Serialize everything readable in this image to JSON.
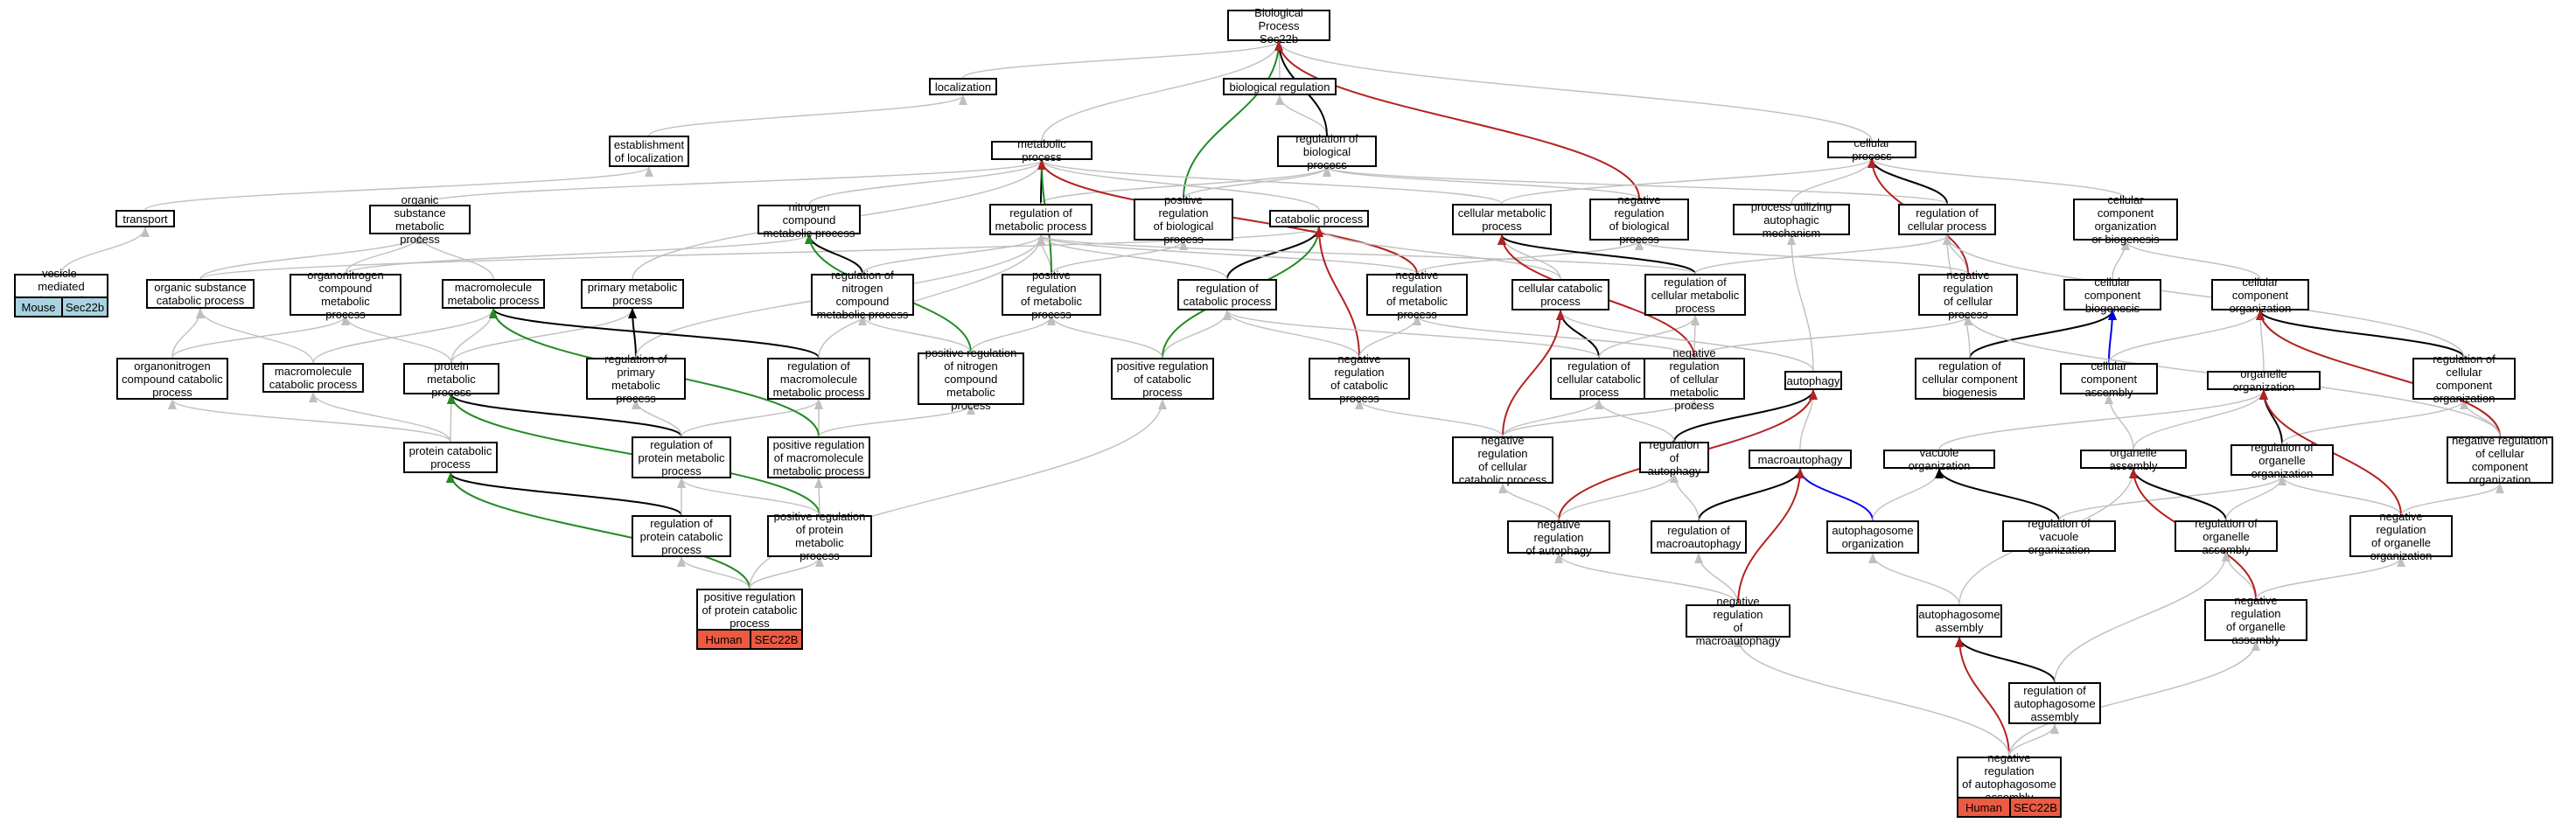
{
  "colors": {
    "background": "#ffffff",
    "gray": "#bfbfbf",
    "black": "#000000",
    "green": "#228b22",
    "red": "#b22222",
    "blue": "#0000ee",
    "human": "#ec5a41",
    "mouse": "#a9d3e0"
  },
  "nodes": [
    {
      "id": "bp",
      "label": "Biological Process\nSec22b"
    },
    {
      "id": "localization",
      "label": "localization"
    },
    {
      "id": "bioreg",
      "label": "biological regulation"
    },
    {
      "id": "est_loc",
      "label": "establishment\nof localization"
    },
    {
      "id": "metabolic",
      "label": "metabolic process"
    },
    {
      "id": "reg_bio",
      "label": "regulation of\nbiological process"
    },
    {
      "id": "cellular",
      "label": "cellular process"
    },
    {
      "id": "transport",
      "label": "transport"
    },
    {
      "id": "org_sub_met",
      "label": "organic substance\nmetabolic process"
    },
    {
      "id": "nitro_met",
      "label": "nitrogen compound\nmetabolic process"
    },
    {
      "id": "reg_met",
      "label": "regulation of\nmetabolic process"
    },
    {
      "id": "pos_reg_bio",
      "label": "positive regulation\nof biological\nprocess"
    },
    {
      "id": "catabolic",
      "label": "catabolic process"
    },
    {
      "id": "cell_met",
      "label": "cellular metabolic\nprocess"
    },
    {
      "id": "neg_reg_bio",
      "label": "negative regulation\nof biological\nprocess"
    },
    {
      "id": "proc_auto",
      "label": "process utilizing\nautophagic mechanism"
    },
    {
      "id": "reg_cell",
      "label": "regulation of\ncellular process"
    },
    {
      "id": "cc_org_bio",
      "label": "cellular component\norganization\nor biogenesis"
    },
    {
      "id": "vesicle",
      "label": "vesicle-mediated\ntransport"
    },
    {
      "id": "org_sub_cat",
      "label": "organic substance\ncatabolic process"
    },
    {
      "id": "organonitro_met",
      "label": "organonitrogen\ncompound metabolic\nprocess"
    },
    {
      "id": "macro_met",
      "label": "macromolecule\nmetabolic process"
    },
    {
      "id": "primary_met",
      "label": "primary metabolic\nprocess"
    },
    {
      "id": "reg_nitro",
      "label": "regulation of\nnitrogen compound\nmetabolic process"
    },
    {
      "id": "pos_reg_met",
      "label": "positive regulation\nof metabolic\nprocess"
    },
    {
      "id": "reg_cat",
      "label": "regulation of\ncatabolic process"
    },
    {
      "id": "neg_reg_met",
      "label": "negative regulation\nof metabolic\nprocess"
    },
    {
      "id": "cell_cat",
      "label": "cellular catabolic\nprocess"
    },
    {
      "id": "reg_cell_met",
      "label": "regulation of\ncellular metabolic\nprocess"
    },
    {
      "id": "neg_reg_cell",
      "label": "negative regulation\nof cellular\nprocess"
    },
    {
      "id": "cc_biogen",
      "label": "cellular component\nbiogenesis"
    },
    {
      "id": "cc_org",
      "label": "cellular component\norganization"
    },
    {
      "id": "organonitro_cat",
      "label": "organonitrogen\ncompound catabolic\nprocess"
    },
    {
      "id": "macro_cat",
      "label": "macromolecule\ncatabolic process"
    },
    {
      "id": "protein_met",
      "label": "protein metabolic\nprocess"
    },
    {
      "id": "reg_primary",
      "label": "regulation of\nprimary metabolic\nprocess"
    },
    {
      "id": "reg_macro",
      "label": "regulation of\nmacromolecule\nmetabolic process"
    },
    {
      "id": "pos_reg_nitro",
      "label": "positive regulation\nof nitrogen\ncompound metabolic\nprocess"
    },
    {
      "id": "pos_reg_cat",
      "label": "positive regulation\nof catabolic\nprocess"
    },
    {
      "id": "neg_reg_cat",
      "label": "negative regulation\nof catabolic\nprocess"
    },
    {
      "id": "reg_cell_cat",
      "label": "regulation of\ncellular catabolic\nprocess"
    },
    {
      "id": "neg_reg_cell_met",
      "label": "negative regulation\nof cellular\nmetabolic process"
    },
    {
      "id": "autophagy",
      "label": "autophagy"
    },
    {
      "id": "reg_cc_biogen",
      "label": "regulation of\ncellular component\nbiogenesis"
    },
    {
      "id": "cc_assembly",
      "label": "cellular component\nassembly"
    },
    {
      "id": "organelle_org",
      "label": "organelle organization"
    },
    {
      "id": "reg_cc_org",
      "label": "regulation of\ncellular component\norganization"
    },
    {
      "id": "protein_cat",
      "label": "protein catabolic\nprocess"
    },
    {
      "id": "reg_protein_met",
      "label": "regulation of\nprotein metabolic\nprocess"
    },
    {
      "id": "pos_reg_macro",
      "label": "positive regulation\nof macromolecule\nmetabolic process"
    },
    {
      "id": "neg_reg_cell_cat",
      "label": "negative regulation\nof cellular\ncatabolic process"
    },
    {
      "id": "reg_autophagy",
      "label": "regulation of\nautophagy"
    },
    {
      "id": "macroautophagy",
      "label": "macroautophagy"
    },
    {
      "id": "vacuole_org",
      "label": "vacuole organization"
    },
    {
      "id": "organelle_asm",
      "label": "organelle assembly"
    },
    {
      "id": "reg_organelle_org",
      "label": "regulation of\norganelle organization"
    },
    {
      "id": "neg_reg_cc_org",
      "label": "negative regulation\nof cellular\ncomponent organization"
    },
    {
      "id": "reg_protein_cat",
      "label": "regulation of\nprotein catabolic\nprocess"
    },
    {
      "id": "pos_reg_protein_met",
      "label": "positive regulation\nof protein metabolic\nprocess"
    },
    {
      "id": "neg_reg_autophagy",
      "label": "negative regulation\nof autophagy"
    },
    {
      "id": "reg_macroauto",
      "label": "regulation of\nmacroautophagy"
    },
    {
      "id": "autophagosome_org",
      "label": "autophagosome\norganization"
    },
    {
      "id": "reg_vacuole_org",
      "label": "regulation of\nvacuole organization"
    },
    {
      "id": "reg_organelle_asm",
      "label": "regulation of\norganelle assembly"
    },
    {
      "id": "neg_reg_organelle_org",
      "label": "negative regulation\nof organelle\norganization"
    },
    {
      "id": "pos_reg_protein_cat",
      "label": "positive regulation\nof protein catabolic\nprocess"
    },
    {
      "id": "neg_reg_macroauto",
      "label": "negative regulation\nof macroautophagy"
    },
    {
      "id": "autophagosome_asm",
      "label": "autophagosome\nassembly"
    },
    {
      "id": "neg_reg_organelle_asm",
      "label": "negative regulation\nof organelle\nassembly"
    },
    {
      "id": "reg_autophagosome_asm",
      "label": "regulation of\nautophagosome\nassembly"
    },
    {
      "id": "neg_reg_autophagosome_asm",
      "label": "negative regulation\nof autophagosome\nassembly"
    }
  ],
  "species_tags": [
    {
      "node": "vesicle",
      "species": "Mouse",
      "gene": "Sec22b",
      "color": "#a9d3e0"
    },
    {
      "node": "pos_reg_protein_cat",
      "species": "Human",
      "gene": "SEC22B",
      "color": "#ec5a41"
    },
    {
      "node": "neg_reg_autophagosome_asm",
      "species": "Human",
      "gene": "SEC22B",
      "color": "#ec5a41"
    }
  ],
  "edges": [
    [
      "localization",
      "bp",
      "gray"
    ],
    [
      "bioreg",
      "bp",
      "gray"
    ],
    [
      "est_loc",
      "localization",
      "gray"
    ],
    [
      "metabolic",
      "bp",
      "gray"
    ],
    [
      "reg_bio",
      "bioreg",
      "gray"
    ],
    [
      "reg_bio",
      "bp",
      "black"
    ],
    [
      "cellular",
      "bp",
      "gray"
    ],
    [
      "transport",
      "est_loc",
      "gray"
    ],
    [
      "vesicle",
      "transport",
      "gray"
    ],
    [
      "org_sub_met",
      "metabolic",
      "gray"
    ],
    [
      "nitro_met",
      "metabolic",
      "gray"
    ],
    [
      "reg_met",
      "metabolic",
      "black"
    ],
    [
      "reg_met",
      "reg_bio",
      "gray"
    ],
    [
      "pos_reg_bio",
      "reg_bio",
      "gray"
    ],
    [
      "pos_reg_bio",
      "bp",
      "green"
    ],
    [
      "catabolic",
      "metabolic",
      "gray"
    ],
    [
      "cell_met",
      "metabolic",
      "gray"
    ],
    [
      "cell_met",
      "cellular",
      "gray"
    ],
    [
      "neg_reg_bio",
      "reg_bio",
      "gray"
    ],
    [
      "neg_reg_bio",
      "bp",
      "red"
    ],
    [
      "proc_auto",
      "cellular",
      "gray"
    ],
    [
      "reg_cell",
      "cellular",
      "black"
    ],
    [
      "reg_cell",
      "reg_bio",
      "gray"
    ],
    [
      "cc_org_bio",
      "cellular",
      "gray"
    ],
    [
      "org_sub_cat",
      "org_sub_met",
      "gray"
    ],
    [
      "org_sub_cat",
      "catabolic",
      "gray"
    ],
    [
      "organonitro_met",
      "org_sub_met",
      "gray"
    ],
    [
      "organonitro_met",
      "nitro_met",
      "gray"
    ],
    [
      "macro_met",
      "org_sub_met",
      "gray"
    ],
    [
      "primary_met",
      "metabolic",
      "gray"
    ],
    [
      "reg_nitro",
      "nitro_met",
      "black"
    ],
    [
      "reg_nitro",
      "reg_met",
      "gray"
    ],
    [
      "pos_reg_met",
      "reg_met",
      "gray"
    ],
    [
      "pos_reg_met",
      "metabolic",
      "green"
    ],
    [
      "pos_reg_met",
      "pos_reg_bio",
      "gray"
    ],
    [
      "reg_cat",
      "catabolic",
      "black"
    ],
    [
      "reg_cat",
      "reg_met",
      "gray"
    ],
    [
      "neg_reg_met",
      "reg_met",
      "gray"
    ],
    [
      "neg_reg_met",
      "metabolic",
      "red"
    ],
    [
      "neg_reg_met",
      "neg_reg_bio",
      "gray"
    ],
    [
      "cell_cat",
      "cell_met",
      "gray"
    ],
    [
      "cell_cat",
      "catabolic",
      "gray"
    ],
    [
      "reg_cell_met",
      "cell_met",
      "black"
    ],
    [
      "reg_cell_met",
      "reg_cell",
      "gray"
    ],
    [
      "reg_cell_met",
      "reg_met",
      "gray"
    ],
    [
      "neg_reg_cell",
      "reg_cell",
      "gray"
    ],
    [
      "neg_reg_cell",
      "cellular",
      "red"
    ],
    [
      "neg_reg_cell",
      "neg_reg_bio",
      "gray"
    ],
    [
      "cc_biogen",
      "cc_org_bio",
      "gray"
    ],
    [
      "cc_org",
      "cc_org_bio",
      "gray"
    ],
    [
      "organonitro_cat",
      "organonitro_met",
      "gray"
    ],
    [
      "organonitro_cat",
      "org_sub_cat",
      "gray"
    ],
    [
      "macro_cat",
      "macro_met",
      "gray"
    ],
    [
      "macro_cat",
      "org_sub_cat",
      "gray"
    ],
    [
      "protein_met",
      "macro_met",
      "gray"
    ],
    [
      "protein_met",
      "organonitro_met",
      "gray"
    ],
    [
      "protein_met",
      "primary_met",
      "gray"
    ],
    [
      "reg_primary",
      "primary_met",
      "black"
    ],
    [
      "reg_primary",
      "reg_met",
      "gray"
    ],
    [
      "reg_macro",
      "macro_met",
      "black"
    ],
    [
      "reg_macro",
      "reg_met",
      "gray"
    ],
    [
      "pos_reg_nitro",
      "reg_nitro",
      "gray"
    ],
    [
      "pos_reg_nitro",
      "nitro_met",
      "green"
    ],
    [
      "pos_reg_nitro",
      "pos_reg_met",
      "gray"
    ],
    [
      "pos_reg_cat",
      "reg_cat",
      "gray"
    ],
    [
      "pos_reg_cat",
      "catabolic",
      "green"
    ],
    [
      "pos_reg_cat",
      "pos_reg_met",
      "gray"
    ],
    [
      "neg_reg_cat",
      "reg_cat",
      "gray"
    ],
    [
      "neg_reg_cat",
      "catabolic",
      "red"
    ],
    [
      "neg_reg_cat",
      "neg_reg_met",
      "gray"
    ],
    [
      "reg_cell_cat",
      "cell_cat",
      "black"
    ],
    [
      "reg_cell_cat",
      "reg_cat",
      "gray"
    ],
    [
      "reg_cell_cat",
      "reg_cell_met",
      "gray"
    ],
    [
      "neg_reg_cell_met",
      "reg_cell_met",
      "gray"
    ],
    [
      "neg_reg_cell_met",
      "cell_met",
      "red"
    ],
    [
      "neg_reg_cell_met",
      "neg_reg_met",
      "gray"
    ],
    [
      "neg_reg_cell_met",
      "neg_reg_cell",
      "gray"
    ],
    [
      "autophagy",
      "proc_auto",
      "gray"
    ],
    [
      "autophagy",
      "cell_cat",
      "gray"
    ],
    [
      "reg_cc_biogen",
      "cc_biogen",
      "black"
    ],
    [
      "reg_cc_biogen",
      "reg_cell",
      "gray"
    ],
    [
      "cc_assembly",
      "cc_biogen",
      "blue"
    ],
    [
      "cc_assembly",
      "cc_org",
      "gray"
    ],
    [
      "organelle_org",
      "cc_org",
      "gray"
    ],
    [
      "reg_cc_org",
      "cc_org",
      "black"
    ],
    [
      "reg_cc_org",
      "reg_cell",
      "gray"
    ],
    [
      "protein_cat",
      "protein_met",
      "gray"
    ],
    [
      "protein_cat",
      "macro_cat",
      "gray"
    ],
    [
      "protein_cat",
      "organonitro_cat",
      "gray"
    ],
    [
      "reg_protein_met",
      "protein_met",
      "black"
    ],
    [
      "reg_protein_met",
      "reg_primary",
      "gray"
    ],
    [
      "reg_protein_met",
      "reg_macro",
      "gray"
    ],
    [
      "pos_reg_macro",
      "reg_macro",
      "gray"
    ],
    [
      "pos_reg_macro",
      "macro_met",
      "green"
    ],
    [
      "pos_reg_macro",
      "pos_reg_nitro",
      "gray"
    ],
    [
      "neg_reg_cell_cat",
      "reg_cell_cat",
      "gray"
    ],
    [
      "neg_reg_cell_cat",
      "cell_cat",
      "red"
    ],
    [
      "neg_reg_cell_cat",
      "neg_reg_cat",
      "gray"
    ],
    [
      "neg_reg_cell_cat",
      "neg_reg_cell_met",
      "gray"
    ],
    [
      "reg_autophagy",
      "autophagy",
      "black"
    ],
    [
      "reg_autophagy",
      "reg_cell_cat",
      "gray"
    ],
    [
      "macroautophagy",
      "autophagy",
      "gray"
    ],
    [
      "vacuole_org",
      "organelle_org",
      "gray"
    ],
    [
      "organelle_asm",
      "organelle_org",
      "gray"
    ],
    [
      "organelle_asm",
      "cc_assembly",
      "gray"
    ],
    [
      "reg_organelle_org",
      "organelle_org",
      "black"
    ],
    [
      "reg_organelle_org",
      "reg_cc_org",
      "gray"
    ],
    [
      "neg_reg_cc_org",
      "reg_cc_org",
      "gray"
    ],
    [
      "neg_reg_cc_org",
      "cc_org",
      "red"
    ],
    [
      "neg_reg_cc_org",
      "neg_reg_cell",
      "gray"
    ],
    [
      "reg_protein_cat",
      "protein_cat",
      "black"
    ],
    [
      "reg_protein_cat",
      "reg_protein_met",
      "gray"
    ],
    [
      "pos_reg_protein_met",
      "reg_protein_met",
      "gray"
    ],
    [
      "pos_reg_protein_met",
      "protein_met",
      "green"
    ],
    [
      "pos_reg_protein_met",
      "pos_reg_macro",
      "gray"
    ],
    [
      "neg_reg_autophagy",
      "reg_autophagy",
      "gray"
    ],
    [
      "neg_reg_autophagy",
      "autophagy",
      "red"
    ],
    [
      "neg_reg_autophagy",
      "neg_reg_cell_cat",
      "gray"
    ],
    [
      "reg_macroauto",
      "macroautophagy",
      "black"
    ],
    [
      "reg_macroauto",
      "reg_autophagy",
      "gray"
    ],
    [
      "autophagosome_org",
      "macroautophagy",
      "blue"
    ],
    [
      "autophagosome_org",
      "vacuole_org",
      "gray"
    ],
    [
      "reg_vacuole_org",
      "vacuole_org",
      "black"
    ],
    [
      "reg_vacuole_org",
      "reg_organelle_org",
      "gray"
    ],
    [
      "reg_organelle_asm",
      "organelle_asm",
      "black"
    ],
    [
      "reg_organelle_asm",
      "reg_organelle_org",
      "gray"
    ],
    [
      "neg_reg_organelle_org",
      "reg_organelle_org",
      "gray"
    ],
    [
      "neg_reg_organelle_org",
      "organelle_org",
      "red"
    ],
    [
      "neg_reg_organelle_org",
      "neg_reg_cc_org",
      "gray"
    ],
    [
      "pos_reg_protein_cat",
      "reg_protein_cat",
      "gray"
    ],
    [
      "pos_reg_protein_cat",
      "protein_cat",
      "green"
    ],
    [
      "pos_reg_protein_cat",
      "pos_reg_protein_met",
      "gray"
    ],
    [
      "pos_reg_protein_cat",
      "pos_reg_cat",
      "gray"
    ],
    [
      "neg_reg_macroauto",
      "reg_macroauto",
      "gray"
    ],
    [
      "neg_reg_macroauto",
      "macroautophagy",
      "red"
    ],
    [
      "neg_reg_macroauto",
      "neg_reg_autophagy",
      "gray"
    ],
    [
      "autophagosome_asm",
      "autophagosome_org",
      "gray"
    ],
    [
      "autophagosome_asm",
      "organelle_asm",
      "gray"
    ],
    [
      "neg_reg_organelle_asm",
      "reg_organelle_asm",
      "gray"
    ],
    [
      "neg_reg_organelle_asm",
      "organelle_asm",
      "red"
    ],
    [
      "neg_reg_organelle_asm",
      "neg_reg_organelle_org",
      "gray"
    ],
    [
      "reg_autophagosome_asm",
      "autophagosome_asm",
      "black"
    ],
    [
      "reg_autophagosome_asm",
      "reg_organelle_asm",
      "gray"
    ],
    [
      "neg_reg_autophagosome_asm",
      "reg_autophagosome_asm",
      "gray"
    ],
    [
      "neg_reg_autophagosome_asm",
      "autophagosome_asm",
      "red"
    ],
    [
      "neg_reg_autophagosome_asm",
      "neg_reg_organelle_asm",
      "gray"
    ],
    [
      "neg_reg_autophagosome_asm",
      "neg_reg_macroauto",
      "gray"
    ]
  ]
}
